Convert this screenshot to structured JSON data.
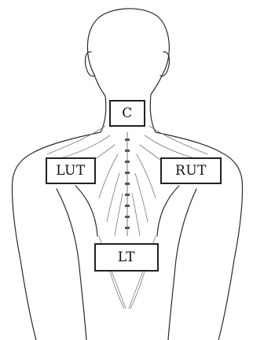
{
  "labels": {
    "c": "C",
    "lut": "LUT",
    "rut": "RUT",
    "lt": "LT"
  },
  "colors": {
    "line": "#2a2a2a",
    "muscle": "#7a7a7a",
    "background": "#ffffff"
  }
}
